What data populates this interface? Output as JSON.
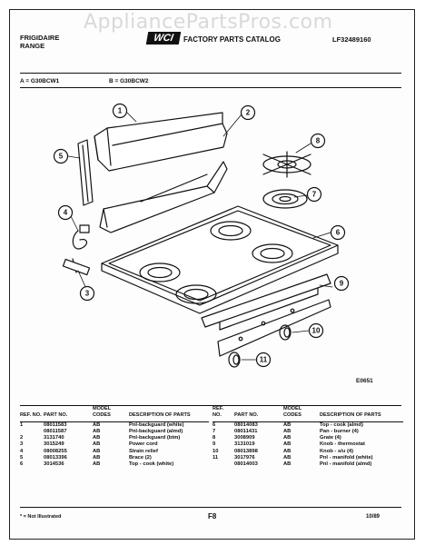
{
  "watermark": "AppliancePartsPros.com",
  "header": {
    "brand_line1": "FRIGIDAIRE",
    "brand_line2": "RANGE",
    "logo_text": "WCI",
    "catalog_title": "FACTORY PARTS CATALOG",
    "catalog_number": "LF32489160"
  },
  "models": {
    "a": "A = G30BCW1",
    "b": "B = G30BCW2"
  },
  "diagram": {
    "callouts": [
      "1",
      "2",
      "3",
      "4",
      "5",
      "6",
      "7",
      "8",
      "9",
      "10",
      "11"
    ],
    "figure_code": "E0651"
  },
  "parts_table": {
    "headers": {
      "ref": "REF. NO.",
      "part": "PART NO.",
      "model": "MODEL CODES",
      "desc": "DESCRIPTION OF PARTS"
    },
    "left": [
      {
        "ref": "1",
        "part": "08011583",
        "model": "AB",
        "desc": "Pnl-backguard (white)"
      },
      {
        "ref": "",
        "part": "08011587",
        "model": "AB",
        "desc": "Pnl-backguard (almd)"
      },
      {
        "ref": "2",
        "part": "3131740",
        "model": "AB",
        "desc": "Pnl-backguard (btm)"
      },
      {
        "ref": "3",
        "part": "3015249",
        "model": "AB",
        "desc": "Power cord"
      },
      {
        "ref": "4",
        "part": "08008255",
        "model": "AB",
        "desc": "Strain relief"
      },
      {
        "ref": "5",
        "part": "08013396",
        "model": "AB",
        "desc": "Brace (2)"
      },
      {
        "ref": "6",
        "part": "3014536",
        "model": "AB",
        "desc": "Top - cook (white)"
      }
    ],
    "right": [
      {
        "ref": "6",
        "part": "08014083",
        "model": "AB",
        "desc": "Top - cook (almd)"
      },
      {
        "ref": "7",
        "part": "08011431",
        "model": "AB",
        "desc": "Pan - burner (4)"
      },
      {
        "ref": "8",
        "part": "3008909",
        "model": "AB",
        "desc": "Grate (4)"
      },
      {
        "ref": "9",
        "part": "3131019",
        "model": "AB",
        "desc": "Knob - thermostat"
      },
      {
        "ref": "10",
        "part": "08013898",
        "model": "AB",
        "desc": "Knob - s/u (4)"
      },
      {
        "ref": "11",
        "part": "3017976",
        "model": "AB",
        "desc": "Pnl - manifold (white)"
      },
      {
        "ref": "",
        "part": "08014003",
        "model": "AB",
        "desc": "Pnl - manifold (almd)"
      }
    ]
  },
  "footer": {
    "note": "* = Not Illustrated",
    "page": "F8",
    "date": "10/89"
  }
}
